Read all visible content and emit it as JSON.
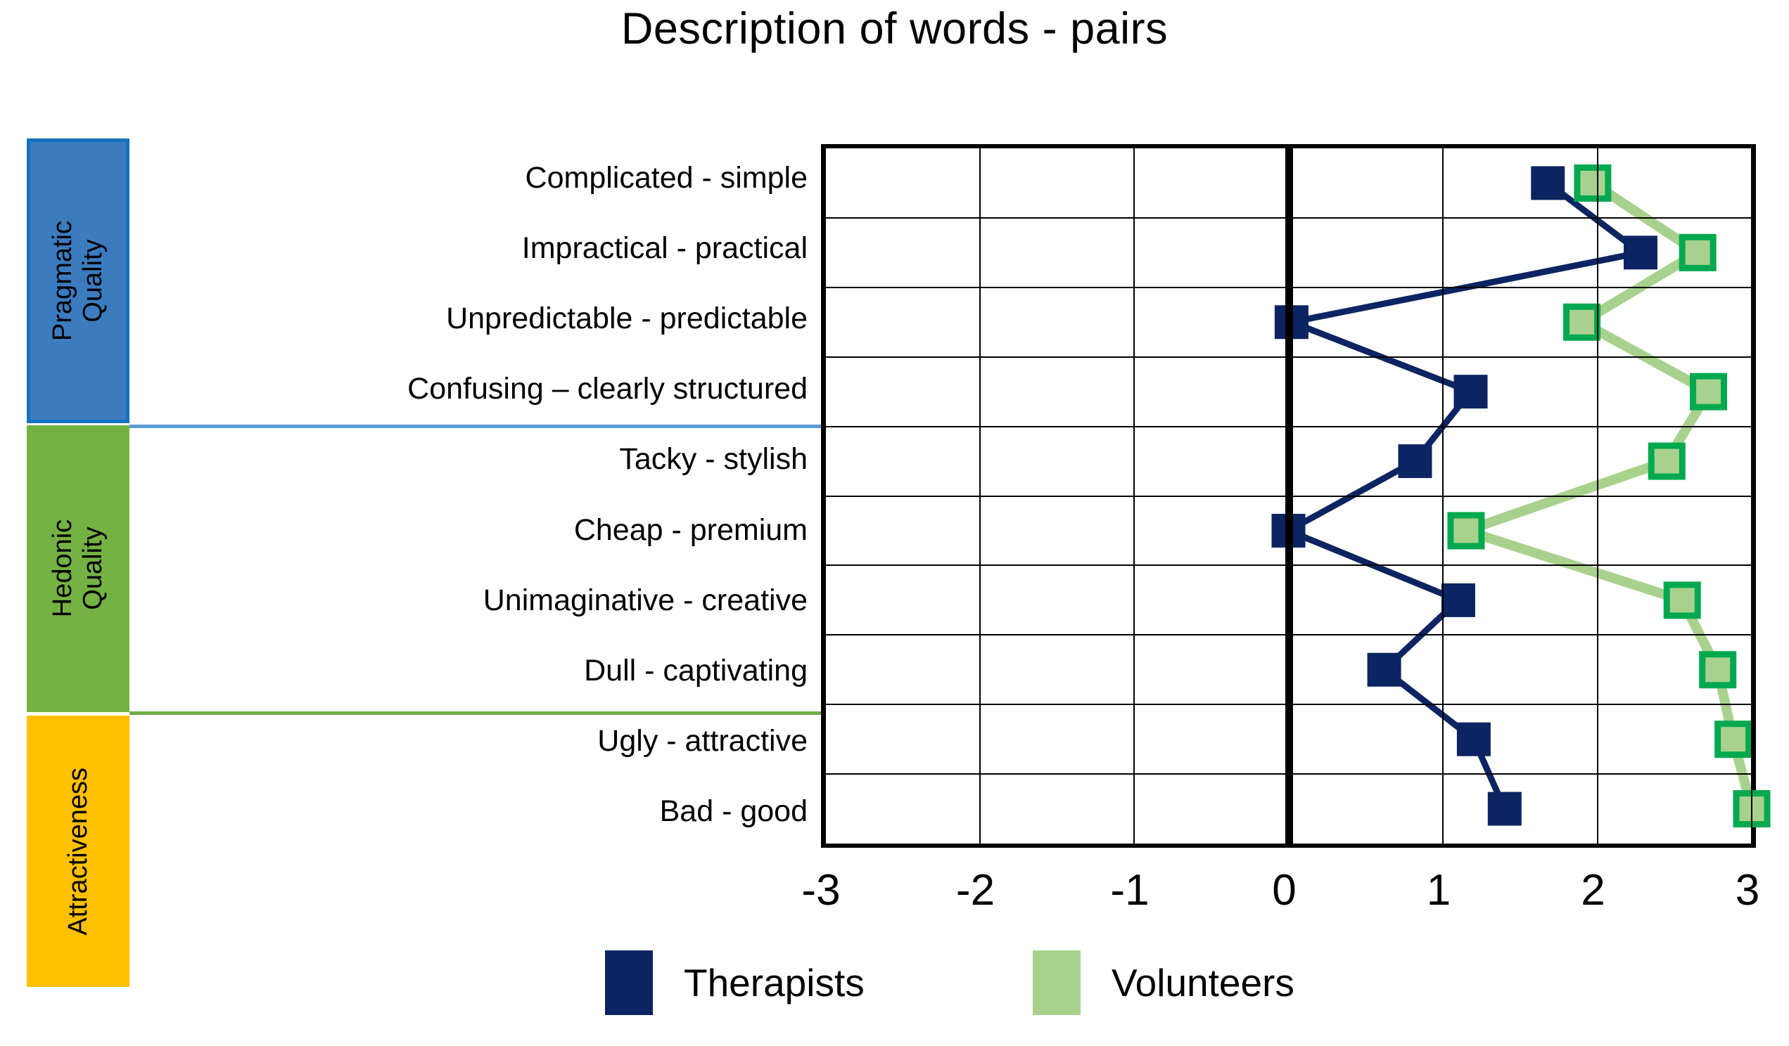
{
  "chart_data": {
    "type": "line",
    "orientation": "horizontal",
    "title": "Description of words - pairs",
    "xlabel": "",
    "ylabel": "",
    "xlim": [
      -3,
      3
    ],
    "xticks": [
      "-3",
      "-2",
      "-1",
      "0",
      "1",
      "2",
      "3"
    ],
    "grid": true,
    "zero_line": 0,
    "legend_position": "bottom",
    "categories": [
      "Complicated - simple",
      "Impractical - practical",
      "Unpredictable - predictable",
      "Confusing – clearly structured",
      "Tacky - stylish",
      "Cheap - premium",
      "Unimaginative - creative",
      "Dull - captivating",
      "Ugly - attractive",
      "Bad - good"
    ],
    "series": [
      {
        "name": "Therapists",
        "color": "#0c2461",
        "marker": "square",
        "values": [
          1.68,
          2.28,
          0.02,
          1.18,
          0.82,
          0.0,
          1.1,
          0.62,
          1.2,
          1.4
        ]
      },
      {
        "name": "Volunteers",
        "color": "#a9d18e",
        "marker_edge": "#00a94f",
        "marker": "square",
        "values": [
          1.97,
          2.65,
          1.9,
          2.72,
          2.45,
          1.15,
          2.55,
          2.78,
          2.88,
          3.0
        ]
      }
    ],
    "groups": [
      {
        "label": "Pragmatic\nQuality",
        "color": "#3b7cbf",
        "border": "#1572c0",
        "rule_color": "#5b9bd5",
        "rows": [
          0,
          1,
          2,
          3
        ]
      },
      {
        "label": "Hedonic\nQuality",
        "color": "#74b243",
        "rule_color": "#70ad47",
        "rows": [
          4,
          5,
          6,
          7
        ]
      },
      {
        "label": "Attractiveness",
        "color": "#ffc000",
        "rows": [
          8,
          9
        ]
      }
    ]
  },
  "legend": {
    "items": [
      {
        "label": "Therapists",
        "color": "#0c2461"
      },
      {
        "label": "Volunteers",
        "color": "#a9d18e"
      }
    ]
  }
}
